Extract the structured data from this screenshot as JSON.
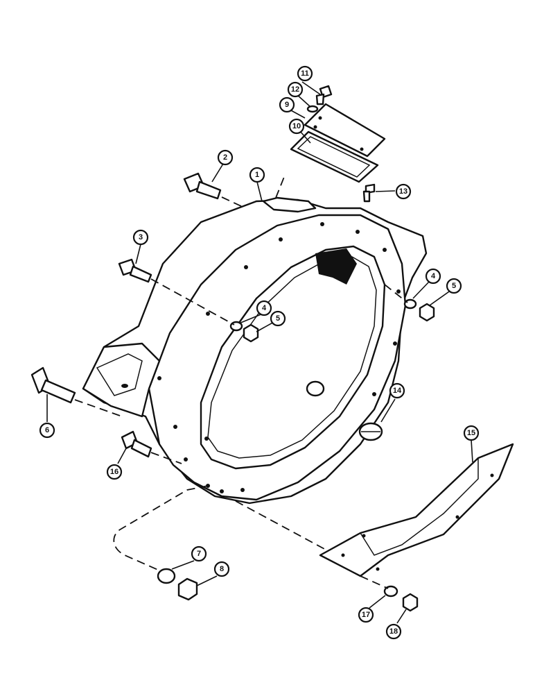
{
  "diagram": {
    "callouts": [
      {
        "id": "c1",
        "label": "1"
      },
      {
        "id": "c2",
        "label": "2"
      },
      {
        "id": "c3",
        "label": "3"
      },
      {
        "id": "c4a",
        "label": "4"
      },
      {
        "id": "c4b",
        "label": "4"
      },
      {
        "id": "c5a",
        "label": "5"
      },
      {
        "id": "c5b",
        "label": "5"
      },
      {
        "id": "c6",
        "label": "6"
      },
      {
        "id": "c7",
        "label": "7"
      },
      {
        "id": "c8",
        "label": "8"
      },
      {
        "id": "c9",
        "label": "9"
      },
      {
        "id": "c10",
        "label": "10"
      },
      {
        "id": "c11",
        "label": "11"
      },
      {
        "id": "c12",
        "label": "12"
      },
      {
        "id": "c13",
        "label": "13"
      },
      {
        "id": "c14",
        "label": "14"
      },
      {
        "id": "c15",
        "label": "15"
      },
      {
        "id": "c16",
        "label": "16"
      },
      {
        "id": "c17",
        "label": "17"
      },
      {
        "id": "c18",
        "label": "18"
      }
    ]
  }
}
